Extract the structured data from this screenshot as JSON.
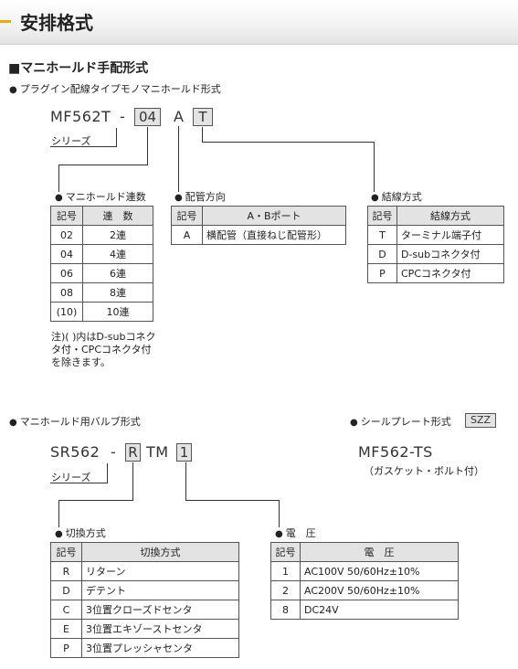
{
  "header": {
    "title": "安排格式"
  },
  "manifold": {
    "section_title": "■マニホールド手配形式",
    "bullet": "プラグイン配線タイプモノマニホールド形式",
    "code_prefix": "MF562T",
    "dash": "-",
    "box_stations": "04",
    "letter_a": "A",
    "box_wiring": "T",
    "series_label": "シリーズ",
    "stations": {
      "title": "マニホールド連数",
      "headers": [
        "記号",
        "連　数"
      ],
      "rows": [
        [
          "02",
          "2連"
        ],
        [
          "04",
          "4連"
        ],
        [
          "06",
          "6連"
        ],
        [
          "08",
          "8連"
        ],
        [
          "(10)",
          "10連"
        ]
      ],
      "note": "注)( )内はD-subコネクタ付・CPCコネクタ付を除きます。"
    },
    "piping": {
      "title": "配管方向",
      "headers": [
        "記号",
        "A・Bポート"
      ],
      "rows": [
        [
          "A",
          "横配管（直接ねじ配管形）"
        ]
      ]
    },
    "wiring": {
      "title": "結線方式",
      "headers": [
        "記号",
        "結線方式"
      ],
      "rows": [
        [
          "T",
          "ターミナル端子付"
        ],
        [
          "D",
          "D-subコネクタ付"
        ],
        [
          "P",
          "CPCコネクタ付"
        ]
      ]
    }
  },
  "valve": {
    "bullet": "マニホールド用バルブ形式",
    "code_prefix": "SR562",
    "dash": "-",
    "box_switch": "R",
    "tm": "TM",
    "box_voltage": "1",
    "series_label": "シリーズ",
    "switching": {
      "title": "切換方式",
      "headers": [
        "記号",
        "切換方式"
      ],
      "rows": [
        [
          "R",
          "リターン"
        ],
        [
          "D",
          "デテント"
        ],
        [
          "C",
          "3位置クローズドセンタ"
        ],
        [
          "E",
          "3位置エキゾーストセンタ"
        ],
        [
          "P",
          "3位置プレッシャセンタ"
        ]
      ]
    },
    "voltage": {
      "title": "電　圧",
      "headers": [
        "記号",
        "電　圧"
      ],
      "rows": [
        [
          "1",
          "AC100V 50/60Hz±10%"
        ],
        [
          "2",
          "AC200V 50/60Hz±10%"
        ],
        [
          "8",
          "DC24V"
        ]
      ]
    }
  },
  "seal": {
    "bullet": "シールプレート形式",
    "tag": "SZZ",
    "model": "MF562-TS",
    "desc": "（ガスケット・ボルト付）"
  }
}
